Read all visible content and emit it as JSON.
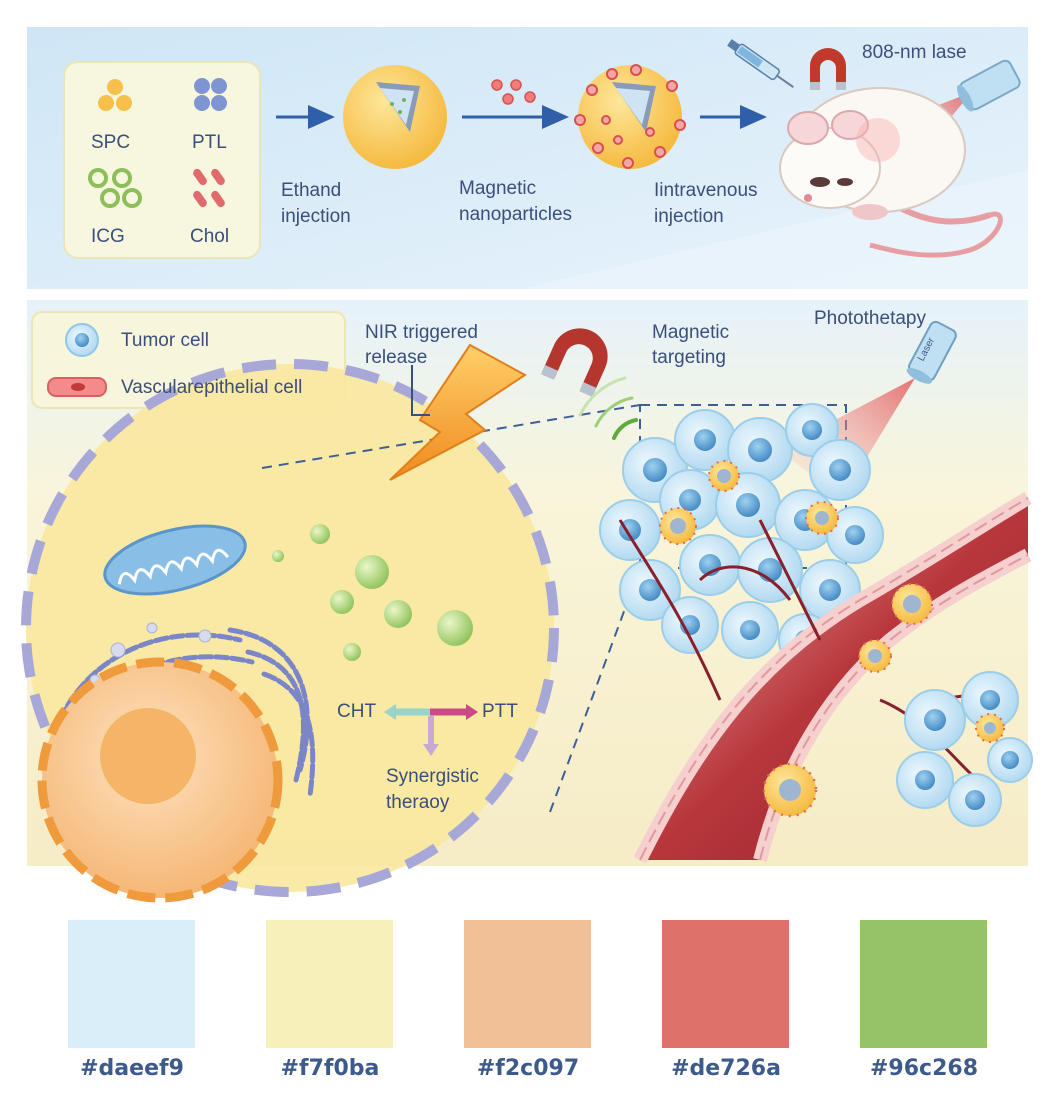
{
  "ingredients": {
    "spc": "SPC",
    "ptl": "PTL",
    "icg": "ICG",
    "chol": "Chol"
  },
  "steps": {
    "step1": [
      "Ethand",
      "injection"
    ],
    "step2": [
      "Magnetic",
      "nanoparticles"
    ],
    "step3": [
      "Iintravenous",
      "injection"
    ],
    "laser": "808-nm lase"
  },
  "legend": {
    "tumor": "Tumor cell",
    "vascular": "Vascularepithelial cell"
  },
  "mechanism": {
    "nir": [
      "NIR triggered",
      "release"
    ],
    "magnetic": [
      "Magnetic",
      "targeting"
    ],
    "photo": "Photothetapy",
    "laser_device": "Laser",
    "cht": "CHT",
    "ptt": "PTT",
    "synergy": [
      "Synergistic",
      "theraoy"
    ]
  },
  "palette": [
    "#daeef9",
    "#f7f0ba",
    "#f2c097",
    "#de726a",
    "#96c268"
  ]
}
